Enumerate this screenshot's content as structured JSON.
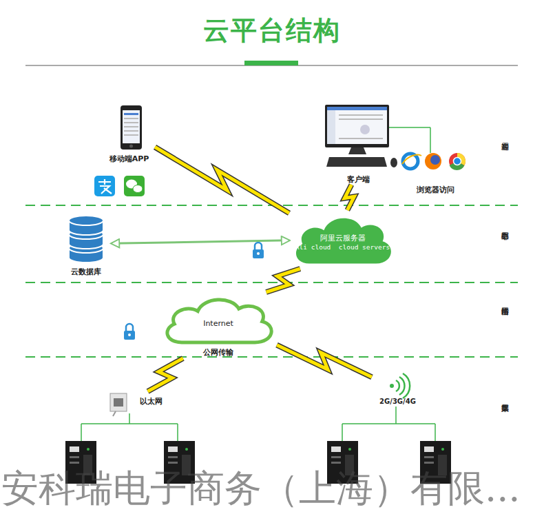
{
  "diagram": {
    "title": "云平台结构",
    "nodes": [
      {
        "text": [
          "移动端APP"
        ]
      },
      {
        "text": [
          "客户端"
        ]
      },
      {
        "text": [
          "云数据库"
        ]
      },
      {
        "text": [
          "阿里云服务器",
          "Ali cloud  cloud servers"
        ]
      },
      {
        "text": [
          "Internet",
          "公网传输"
        ]
      },
      {
        "text": [
          "以太网"
        ]
      },
      {
        "text": [
          "2G/3G/4G"
        ]
      }
    ],
    "edges": [
      {
        "from": 0,
        "to": 3,
        "arrow": "none"
      },
      {
        "from": 1,
        "to": 3,
        "arrow": "none"
      },
      {
        "from": 2,
        "to": 3,
        "arrow": "both"
      },
      {
        "from": 3,
        "to": 4,
        "arrow": "none"
      },
      {
        "from": 4,
        "to": 5,
        "arrow": "none"
      },
      {
        "from": 4,
        "to": 6,
        "arrow": "none"
      }
    ],
    "labels": [
      "浏览器访问",
      "客户端层",
      "数据中心层",
      "网络传输层",
      "数据采集层",
      "安科瑞电子商务（上海）有限..."
    ]
  }
}
